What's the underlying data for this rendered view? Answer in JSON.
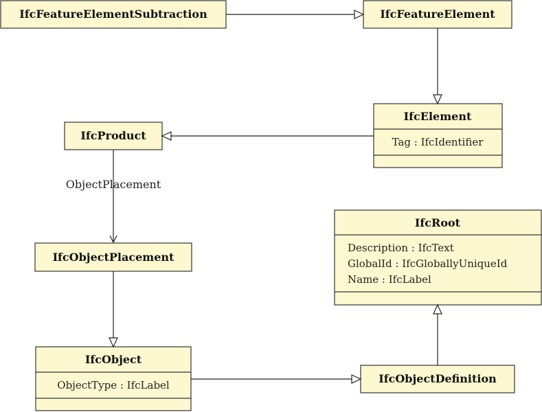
{
  "classes": {
    "feature_element_subtraction": {
      "name": "IfcFeatureElementSubtraction",
      "attributes": []
    },
    "feature_element": {
      "name": "IfcFeatureElement",
      "attributes": []
    },
    "element": {
      "name": "IfcElement",
      "attributes": [
        "Tag : IfcIdentifier"
      ]
    },
    "product": {
      "name": "IfcProduct",
      "attributes": []
    },
    "object_placement": {
      "name": "IfcObjectPlacement",
      "attributes": []
    },
    "root": {
      "name": "IfcRoot",
      "attributes": [
        "Description : IfcText",
        "GlobalId : IfcGloballyUniqueId",
        "Name : IfcLabel"
      ]
    },
    "object": {
      "name": "IfcObject",
      "attributes": [
        "ObjectType : IfcLabel"
      ]
    },
    "object_definition": {
      "name": "IfcObjectDefinition",
      "attributes": []
    }
  },
  "relations": [
    {
      "from": "IfcFeatureElementSubtraction",
      "to": "IfcFeatureElement",
      "kind": "generalization"
    },
    {
      "from": "IfcFeatureElement",
      "to": "IfcElement",
      "kind": "generalization"
    },
    {
      "from": "IfcElement",
      "to": "IfcProduct",
      "kind": "generalization"
    },
    {
      "from": "IfcProduct",
      "to": "IfcObjectPlacement",
      "kind": "association",
      "label": "ObjectPlacement"
    },
    {
      "from": "IfcObjectPlacement",
      "to": "IfcObject",
      "kind": "generalization"
    },
    {
      "from": "IfcObject",
      "to": "IfcObjectDefinition",
      "kind": "generalization"
    },
    {
      "from": "IfcObjectDefinition",
      "to": "IfcRoot",
      "kind": "generalization"
    }
  ],
  "edge_labels": {
    "object_placement": "ObjectPlacement"
  }
}
